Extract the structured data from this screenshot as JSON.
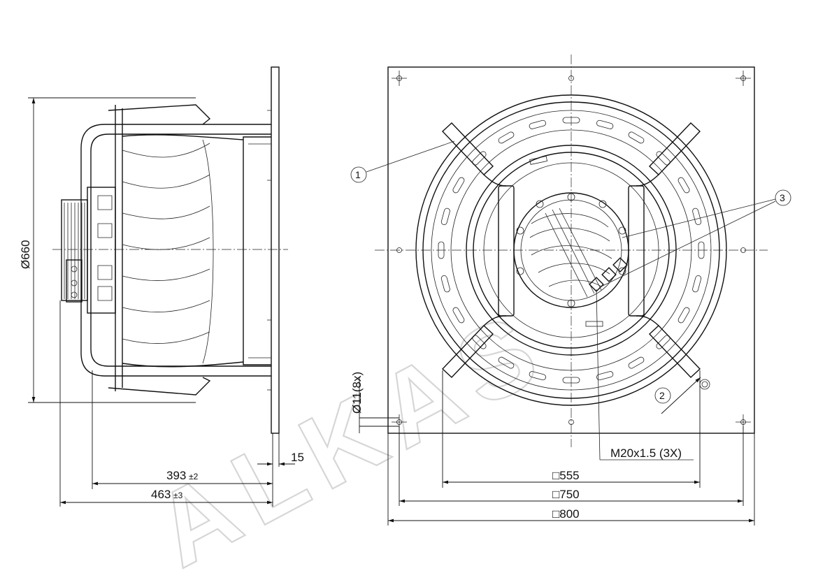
{
  "watermark": "ALKAS",
  "dimensions": {
    "height": "Ø660",
    "depth_393": "393",
    "depth_393_tol": "±2",
    "depth_463": "463",
    "depth_463_tol": "±3",
    "flange": "15",
    "holes": "Ø11(8x)",
    "square_555": "□555",
    "square_750": "□750",
    "square_800": "□800",
    "thread": "M20x1.5 (3X)"
  },
  "callouts": [
    "1",
    "2",
    "3"
  ],
  "label_small_1": "",
  "label_small_2": ""
}
